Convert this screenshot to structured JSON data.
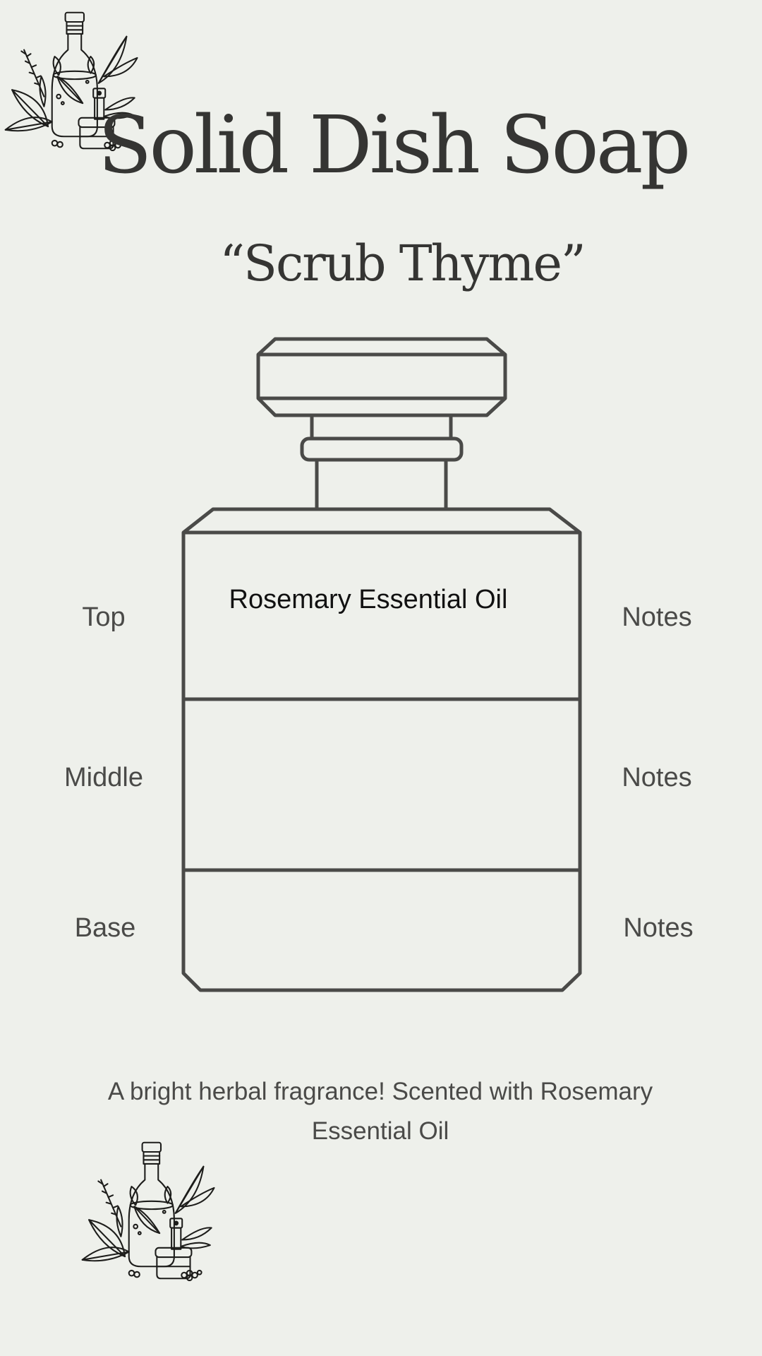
{
  "title": "Solid Dish Soap",
  "subtitle": "“Scrub Thyme”",
  "notes": {
    "top": {
      "label": "Top",
      "suffix": "Notes",
      "ingredient": "Rosemary Essential Oil"
    },
    "middle": {
      "label": "Middle",
      "suffix": "Notes"
    },
    "base": {
      "label": "Base",
      "suffix": "Notes"
    }
  },
  "description": "A bright herbal fragrance! Scented with Rosemary Essential Oil",
  "colors": {
    "background": "#eef0eb",
    "stroke": "#4a4a48",
    "title": "#353533"
  }
}
